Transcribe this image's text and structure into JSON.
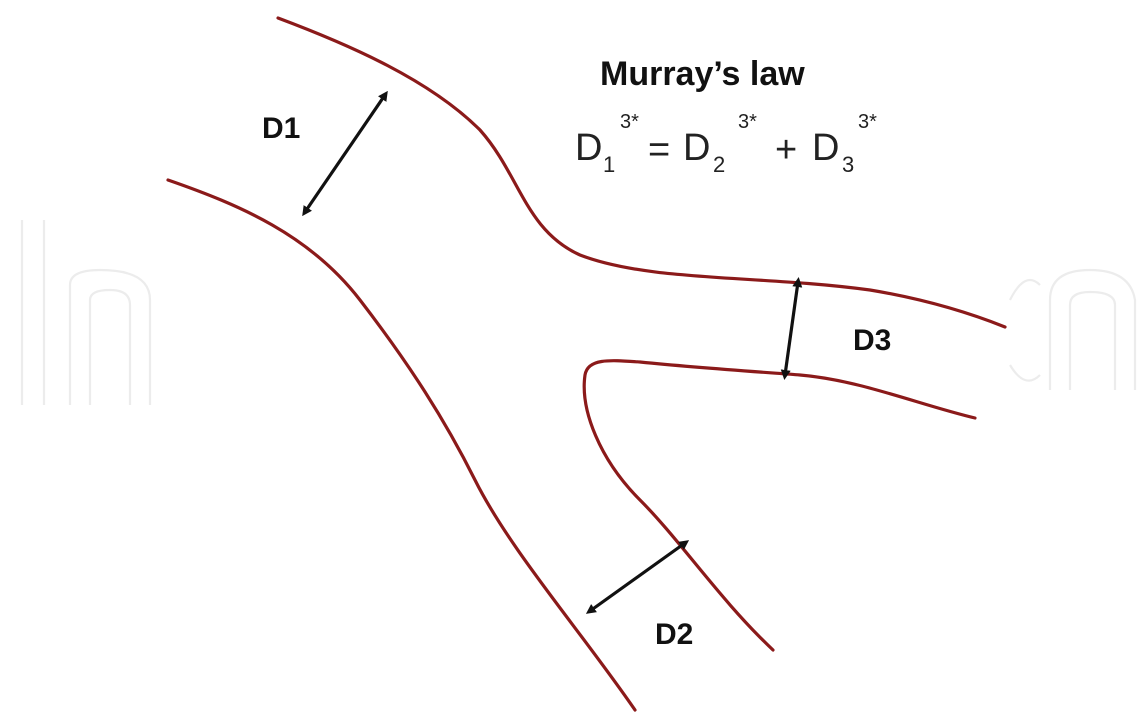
{
  "title": "Murray’s law",
  "equation": {
    "lhs": {
      "base": "D",
      "sub": "1",
      "sup": "3*"
    },
    "equals": "=",
    "rhs1": {
      "base": "D",
      "sub": "2",
      "sup": "3*"
    },
    "plus": "+",
    "rhs2": {
      "base": "D",
      "sub": "3",
      "sup": "3*"
    }
  },
  "labels": {
    "d1": "D1",
    "d2": "D2",
    "d3": "D3"
  },
  "colors": {
    "vessel": "#8b1a1a",
    "arrow": "#111111",
    "watermark": "#ececec"
  }
}
